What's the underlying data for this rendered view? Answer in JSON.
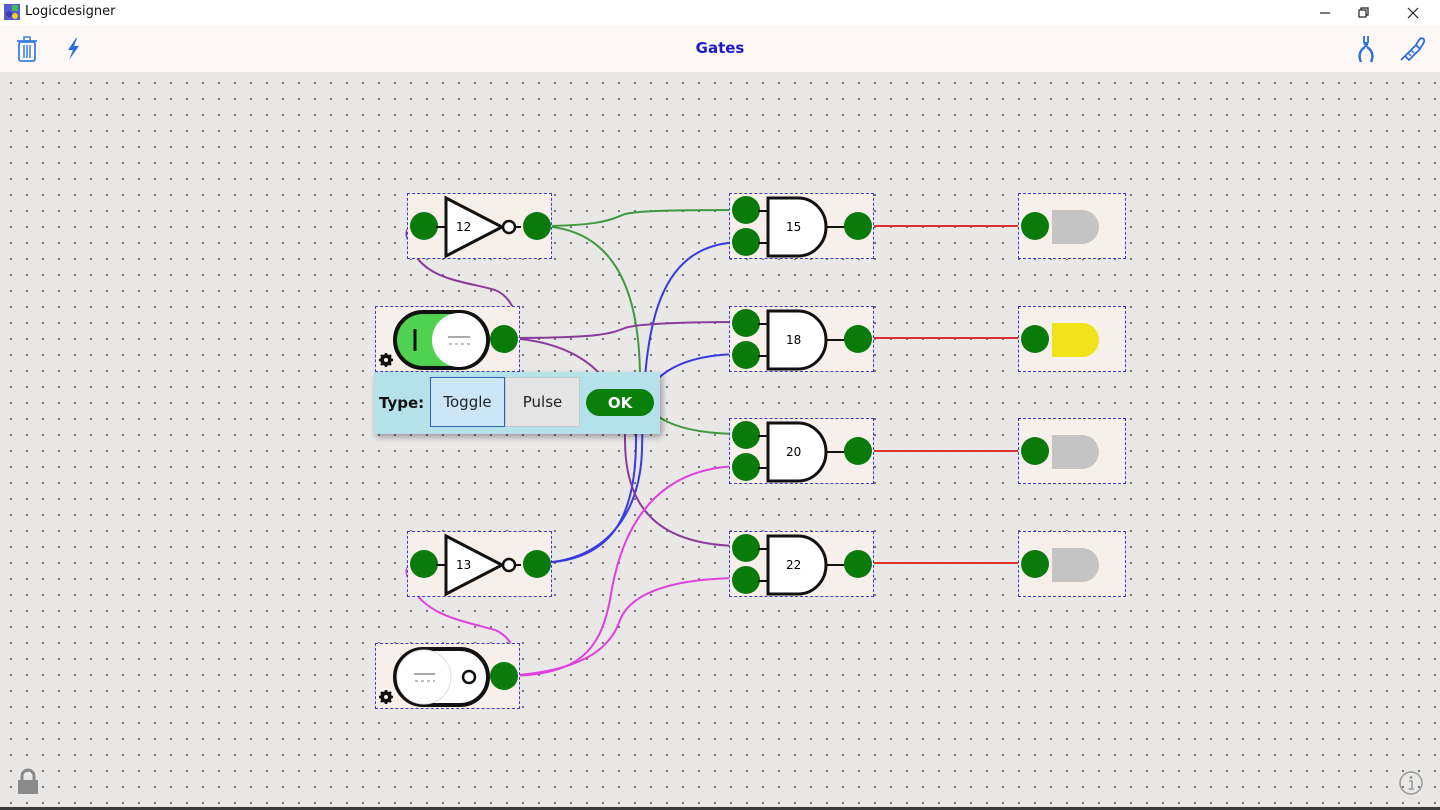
{
  "window": {
    "title": "Logicdesigner",
    "controls": {
      "minimize": "minimize-icon",
      "restore": "restore-icon",
      "close": "close-icon"
    }
  },
  "toolbar": {
    "title": "Gates",
    "left_buttons": [
      {
        "name": "delete",
        "icon": "trash-icon"
      },
      {
        "name": "power",
        "icon": "lightning-icon"
      }
    ],
    "right_buttons": [
      {
        "name": "wire-cutter",
        "icon": "pliers-icon"
      },
      {
        "name": "probe",
        "icon": "probe-icon"
      }
    ],
    "accent_color": "#1a1acc"
  },
  "circuit": {
    "not_gates": [
      {
        "id": "12",
        "label": "12"
      },
      {
        "id": "13",
        "label": "13"
      }
    ],
    "and_gates": [
      {
        "id": "15",
        "label": "15"
      },
      {
        "id": "18",
        "label": "18"
      },
      {
        "id": "20",
        "label": "20"
      },
      {
        "id": "22",
        "label": "22"
      }
    ],
    "switches": [
      {
        "id": "switch-1",
        "state": "on",
        "on_symbol": "I"
      },
      {
        "id": "switch-2",
        "state": "off",
        "off_symbol": "O"
      }
    ],
    "leds": [
      {
        "id": "led-1",
        "state": "off"
      },
      {
        "id": "led-2",
        "state": "on"
      },
      {
        "id": "led-3",
        "state": "off"
      },
      {
        "id": "led-4",
        "state": "off"
      }
    ],
    "colors": {
      "pin": "#0a7a0a",
      "led_on": "#f2e21a",
      "led_off": "#c4c4c4",
      "switch_on": "#4fd24f",
      "wire_output": "#e03030"
    }
  },
  "popup": {
    "label": "Type:",
    "options": [
      "Toggle",
      "Pulse"
    ],
    "selected": "Toggle",
    "ok_label": "OK"
  },
  "footer": {
    "lock_icon": "lock-icon",
    "info_icon": "info-icon"
  }
}
